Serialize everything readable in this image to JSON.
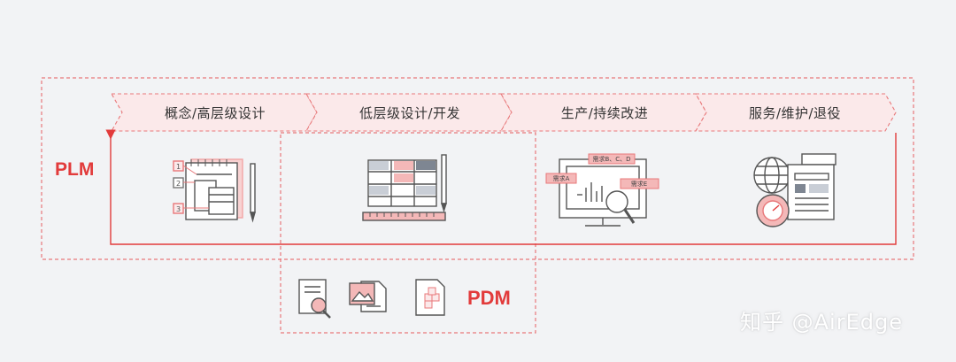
{
  "stages": [
    {
      "label": "概念/高层级设计"
    },
    {
      "label": "低层级设计/开发"
    },
    {
      "label": "生产/持续改进"
    },
    {
      "label": "服务/维护/退役"
    }
  ],
  "plm": {
    "label": "PLM"
  },
  "pdm": {
    "label": "PDM"
  },
  "step_numbers": [
    "1",
    "2",
    "3"
  ],
  "demand_tags": {
    "a": "需求A",
    "bcd": "需求B、C、D",
    "e": "需求E"
  },
  "watermark": "知乎 @AirEdge",
  "colors": {
    "accent": "#e23b3b",
    "line": "#555555",
    "soft_fill": "#f4b8b8",
    "dashed": "#e8787a"
  },
  "icons": [
    "document-search-icon",
    "image-document-icon",
    "cube-document-icon"
  ]
}
